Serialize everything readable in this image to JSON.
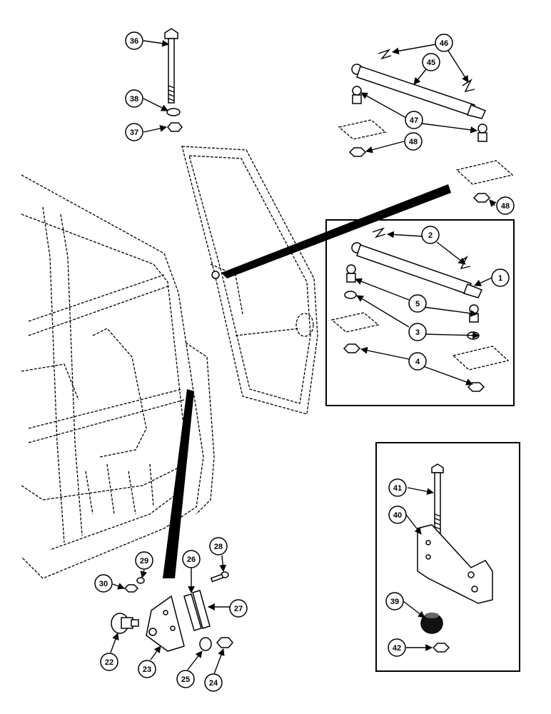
{
  "callouts": {
    "c1": "1",
    "c2": "2",
    "c3": "3",
    "c4": "4",
    "c5": "5",
    "c22": "22",
    "c23": "23",
    "c24": "24",
    "c25": "25",
    "c26": "26",
    "c27": "27",
    "c28": "28",
    "c29": "29",
    "c30": "30",
    "c36": "36",
    "c37": "37",
    "c38": "38",
    "c39": "39",
    "c40": "40",
    "c41": "41",
    "c42": "42",
    "c45": "45",
    "c46": "46",
    "c47": "47",
    "c48": "48",
    "c48b": "48"
  }
}
